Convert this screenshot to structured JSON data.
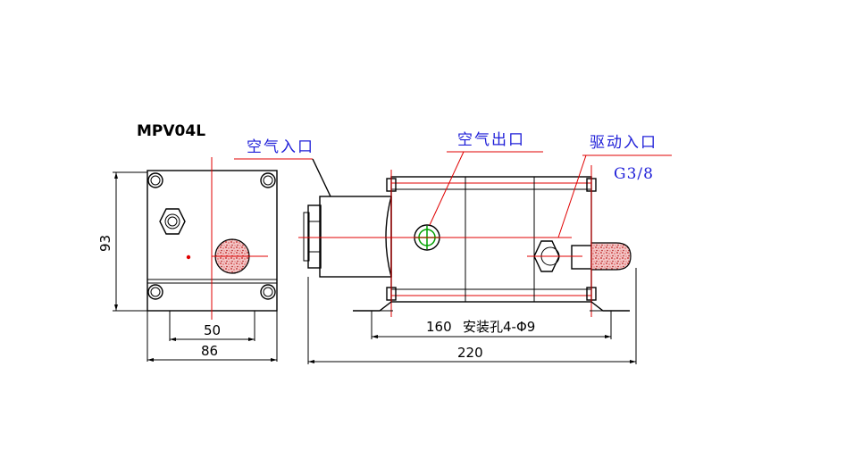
{
  "model": "MPV04L",
  "labels": {
    "air_inlet": "空气入口",
    "air_outlet": "空气出口",
    "drive_inlet": "驱动入口",
    "drive_thread": "G3/8"
  },
  "dimensions": {
    "height": "93",
    "hole_spacing_side": "50",
    "width_side": "86",
    "hole_spacing_front": "160",
    "mount_holes": "安装孔4-Φ9",
    "total_length": "220"
  },
  "colors": {
    "outline": "#000000",
    "centerline": "#e00000",
    "callout_text": "#1f1fd8",
    "outlet_mark": "#00a000",
    "muffler": "#d04040"
  }
}
